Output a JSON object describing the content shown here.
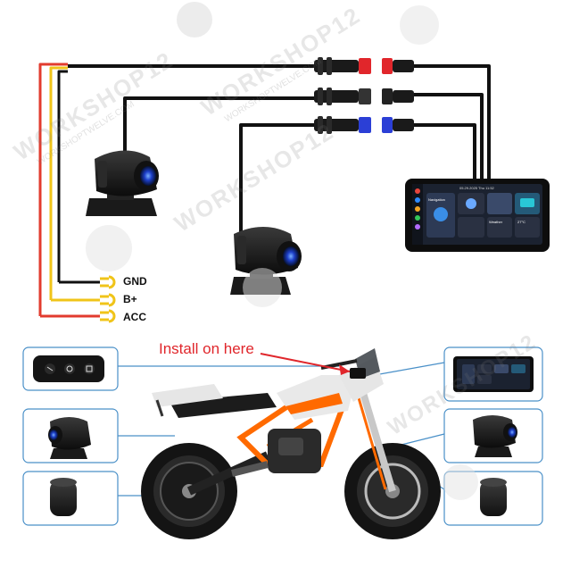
{
  "labels": {
    "gnd": "GND",
    "bplus": "B+",
    "acc": "ACC",
    "install": "Install on here"
  },
  "screen": {
    "status_time": "05.29.2025 Thu 11:52",
    "left_tile": "Navigation",
    "weather": "Weather",
    "temp": "27°C"
  },
  "watermark": {
    "brand": "WORKSHOP",
    "brand_num": "12",
    "url": "WORKSHOPTWELVE.COM"
  },
  "colors": {
    "wire_black": "#111111",
    "wire_red": "#e23b2e",
    "wire_yellow": "#f0c419",
    "connector_red": "#e1262b",
    "connector_blue": "#2b3fd6",
    "accent_label": "#e0262b",
    "callout_border": "#4a90c8"
  }
}
